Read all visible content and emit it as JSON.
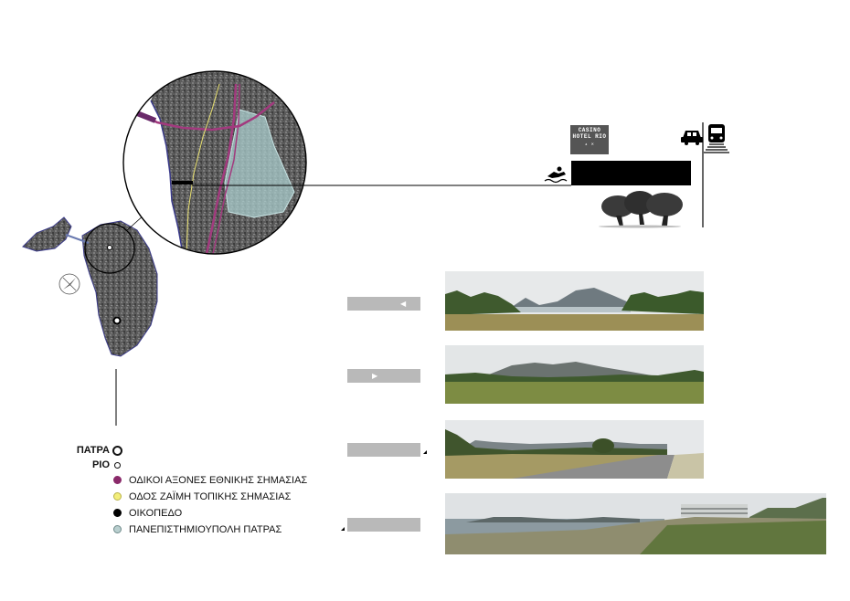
{
  "legend": {
    "rings": [
      {
        "label": "ΠΑΤΡΑ",
        "style": "ring-thick"
      },
      {
        "label": "ΡΙΟ",
        "style": "ring-thin"
      }
    ],
    "items": [
      {
        "label": "ΟΔΙΚΟΙ ΑΞΟΝΕΣ ΕΘΝΙΚΗΣ ΣΗΜΑΣΙΑΣ",
        "color": "#8a2a6a"
      },
      {
        "label": "ΟΔΟΣ ΖΑΪΜΗ ΤΟΠΙΚΗΣ ΣΗΜΑΣΙΑΣ",
        "color": "#f3ee7a"
      },
      {
        "label": "ΟΙΚΟΠΕΔΟ",
        "color": "#000000"
      },
      {
        "label": "ΠΑΝΕΠΙΣΤΗΜΙΟΥΠΟΛΗ ΠΑΤΡΑΣ",
        "color": "#b9cfcf"
      }
    ]
  },
  "sign": {
    "line1": "CASINO",
    "line2": "HOTEL RIO"
  },
  "icons": [
    "swimmer-icon",
    "car-icon",
    "train-icon",
    "trees-icon",
    "compass-icon"
  ],
  "colors": {
    "plot": "#000000",
    "campus": "#a9cccc",
    "road_national": "#a23a7e",
    "road_local": "#e8e070",
    "satellite": "#5a5a5a",
    "arrow_bar": "#b9b9b9"
  }
}
